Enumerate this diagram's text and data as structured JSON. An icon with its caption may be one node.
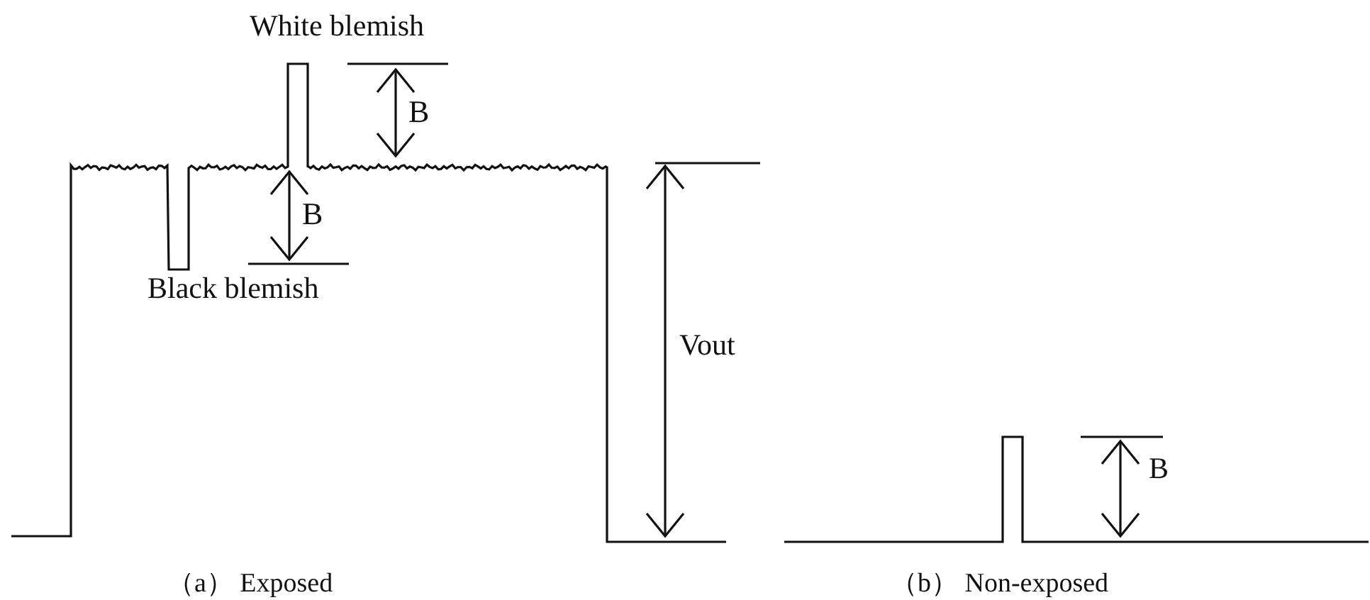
{
  "diagram": {
    "labels": [
      "White blemish",
      "B",
      "B",
      "Black blemish",
      "Vout",
      "B",
      "（a） Exposed",
      "（b） Non-exposed"
    ]
  }
}
